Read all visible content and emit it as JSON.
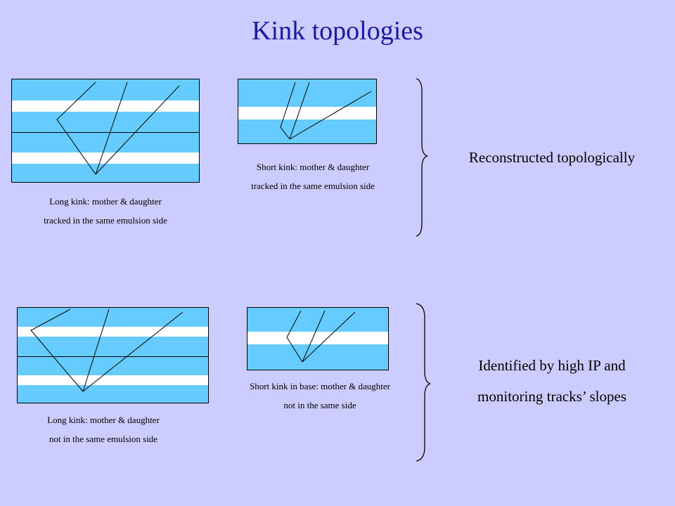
{
  "title": "Kink topologies",
  "diagrams": {
    "long_kink_same": {
      "caption_line1": "Long kink: mother & daughter",
      "caption_line2": "tracked in the same emulsion side"
    },
    "short_kink_same": {
      "caption_line1": "Short kink: mother & daughter",
      "caption_line2": "tracked in the same emulsion side"
    },
    "long_kink_not_same": {
      "caption_line1": "Long kink: mother & daughter",
      "caption_line2": "not in the same emulsion side"
    },
    "short_kink_base": {
      "caption_line1": "Short kink in base: mother & daughter",
      "caption_line2": "not in the same side"
    }
  },
  "group_labels": {
    "top": "Reconstructed topologically",
    "bottom_line1": "Identified by high IP and",
    "bottom_line2": "monitoring tracks’ slopes"
  },
  "colors": {
    "background": "#ccccff",
    "emulsion": "#66ccff",
    "base": "#ffffff",
    "title": "#1a1aa0",
    "lines": "#000000"
  }
}
